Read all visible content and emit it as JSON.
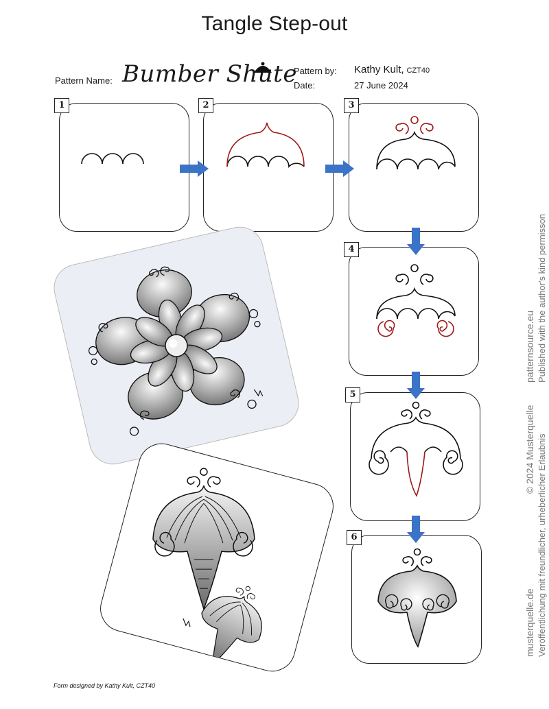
{
  "header": {
    "title": "Tangle Step-out",
    "pattern_name_label": "Pattern Name:",
    "pattern_name": "Bumber Shute",
    "pattern_by_label": "Pattern by:",
    "author": "Kathy Kult,",
    "certification": "CZT40",
    "date_label": "Date:",
    "date": "27 June 2024"
  },
  "steps": [
    {
      "number": "1"
    },
    {
      "number": "2"
    },
    {
      "number": "3"
    },
    {
      "number": "4"
    },
    {
      "number": "5"
    },
    {
      "number": "6"
    }
  ],
  "colors": {
    "highlight": "#a01818",
    "arrow": "#3b73c6",
    "ink": "#1a1a1a",
    "side_text": "#777777"
  },
  "side_text": {
    "left_line1": "musterquelle.de",
    "left_line2": "Veröffentlichung mit freundlicher, urheberlicher Erlaubnis",
    "left_copyright": "© 2024 Musterquelle",
    "right_line1": "patternsource.eu",
    "right_line2": "Published with the author's kind permisson"
  },
  "footer": {
    "credit": "Form designed by Kathy Kult, CZT40"
  }
}
